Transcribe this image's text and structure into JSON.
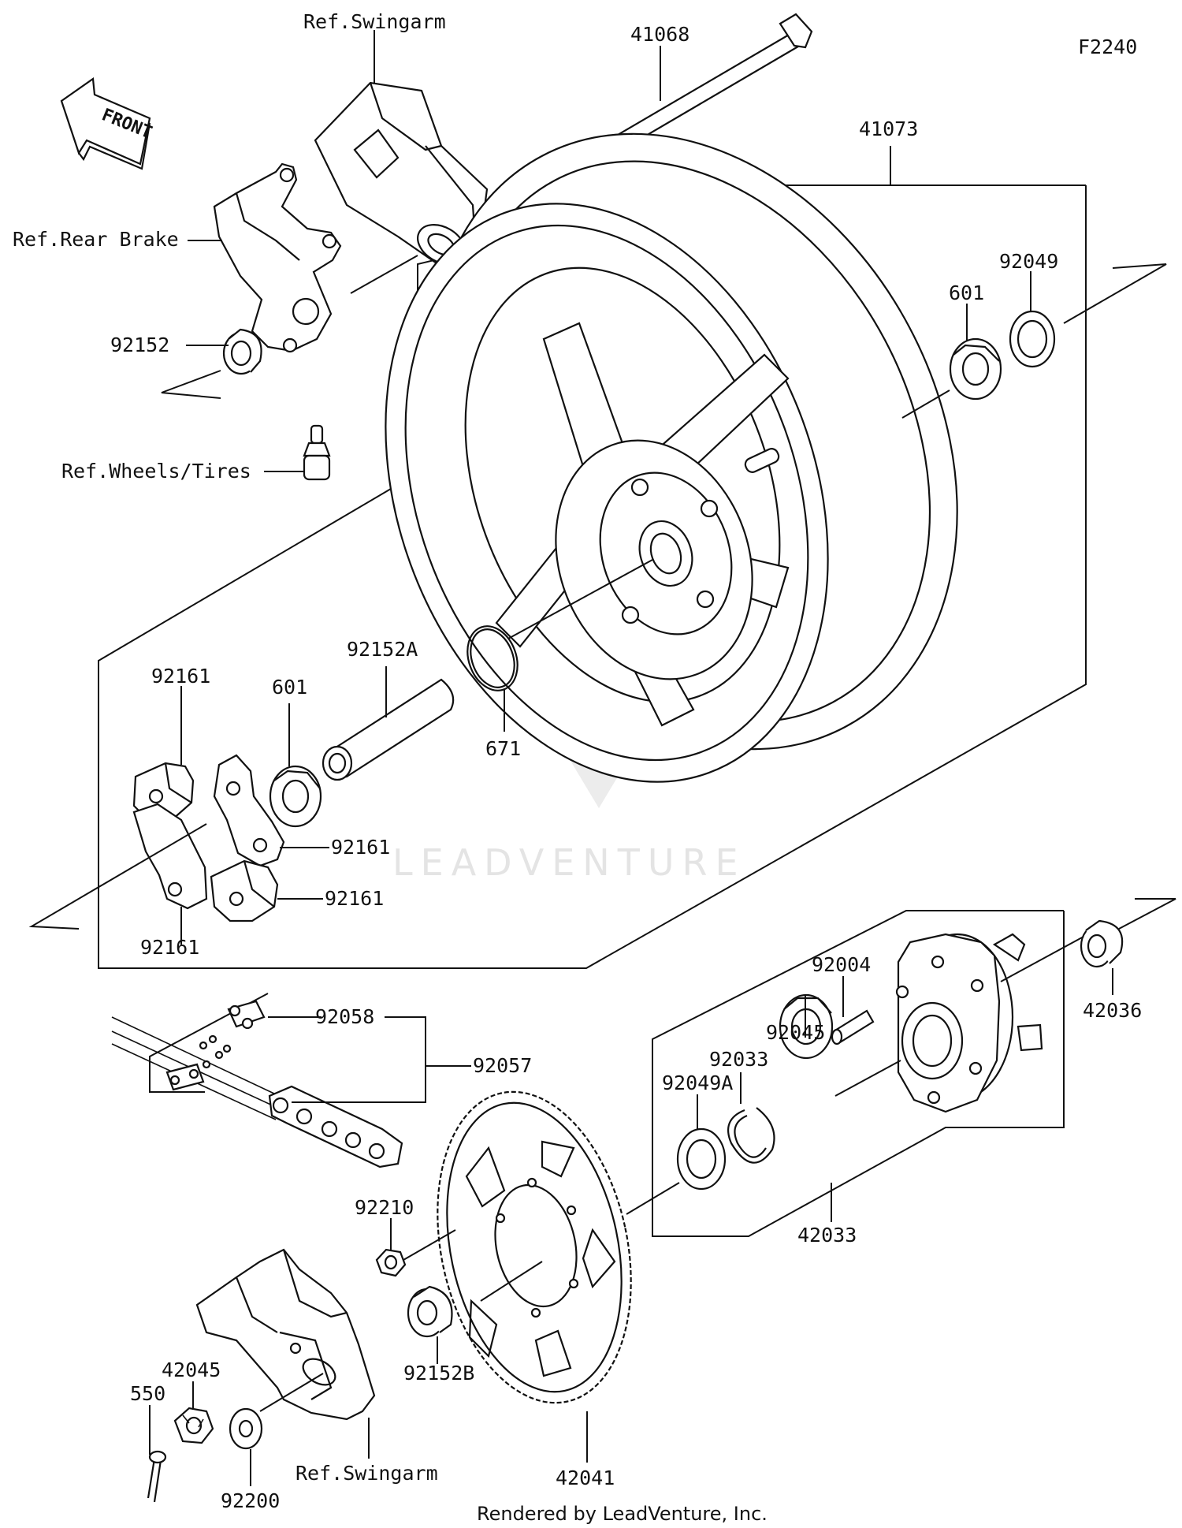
{
  "diagram": {
    "code": "F2240",
    "front_label": "FRONT",
    "watermark": "LEADVENTURE",
    "footer": "Rendered by LeadVenture, Inc.",
    "labels": {
      "ref_swingarm_top": "Ref.Swingarm",
      "ref_rear_brake": "Ref.Rear Brake",
      "ref_wheels_tires": "Ref.Wheels/Tires",
      "ref_swingarm_bottom": "Ref.Swingarm",
      "p41068": "41068",
      "p41073": "41073",
      "p92049": "92049",
      "p601_top": "601",
      "p92152": "92152",
      "p92152A": "92152A",
      "p92161_a": "92161",
      "p92161_b": "92161",
      "p92161_c": "92161",
      "p92161_d": "92161",
      "p601_mid": "601",
      "p671": "671",
      "p92004": "92004",
      "p92045": "92045",
      "p92033": "92033",
      "p92049A": "92049A",
      "p42036": "42036",
      "p92058": "92058",
      "p92057": "92057",
      "p42033": "42033",
      "p92210": "92210",
      "p92152B": "92152B",
      "p42041": "42041",
      "p42045": "42045",
      "p550": "550",
      "p92200": "92200"
    }
  }
}
